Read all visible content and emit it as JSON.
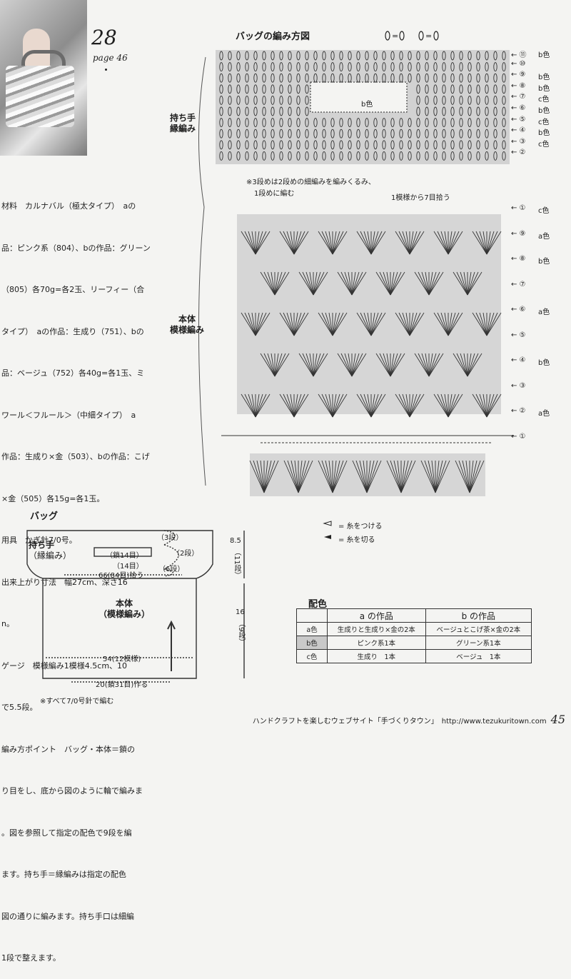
{
  "header": {
    "pattern_number": "28",
    "page_ref": "page 46"
  },
  "instructions": {
    "materials_heading": "材料",
    "materials_lines": [
      "材料　カルナバル（極太タイプ）　aの",
      "品：ピンク系（804）、bの作品：グリーン",
      "（805）各70g=各2玉、リーフィー（合",
      "タイプ）　aの作品：生成り（751）、bの",
      "品：ベージュ（752）各40g=各1玉、ミ",
      "ワール＜フルール＞（中細タイプ）　a",
      "作品：生成り×金（503）、bの作品：こげ",
      "×金（505）各15g=各1玉。"
    ],
    "tools": "用具　かぎ針7/0号。",
    "size_lines": [
      "出来上がり寸法　幅27cm、深さ16",
      "n。"
    ],
    "gauge_lines": [
      "ゲージ　模様編み1模様4.5cm、10",
      "で5.5段。"
    ],
    "points_lines": [
      "編み方ポイント　バッグ・本体＝鎖の",
      "り目をし、底から図のように輪で編みま",
      "。図を参照して指定の配色で9段を編",
      "ます。持ち手＝縁編みは指定の配色",
      "図の通りに編みます。持ち手口は細編",
      "1段で整えます。"
    ]
  },
  "diagram": {
    "title": "バッグの編み方図",
    "handle_label": [
      "持ち手",
      "縁編み"
    ],
    "body_label": [
      "本体",
      "模様編み"
    ],
    "handle_rows": [
      {
        "row": "⑪",
        "color": "b色"
      },
      {
        "row": "⑩",
        "color": ""
      },
      {
        "row": "⑨",
        "color": "b色"
      },
      {
        "row": "⑧",
        "color": "b色"
      },
      {
        "row": "⑦",
        "color": "c色"
      },
      {
        "row": "⑥",
        "color": "b色"
      },
      {
        "row": "⑤",
        "color": "c色"
      },
      {
        "row": "④",
        "color": "b色"
      },
      {
        "row": "③",
        "color": "c色"
      },
      {
        "row": "②",
        "color": ""
      }
    ],
    "b_color_inner": "b色",
    "note_lines": [
      "※3段めは2段めの細編みを編みくるみ、",
      "1段めに編む"
    ],
    "pickup_note": "1模様から7目拾う",
    "body_rows": [
      {
        "row": "①",
        "color": "c色"
      },
      {
        "row": "⑨",
        "color": "a色"
      },
      {
        "row": "⑧",
        "color": "b色"
      },
      {
        "row": "⑦",
        "color": ""
      },
      {
        "row": "⑥",
        "color": "a色"
      },
      {
        "row": "⑤",
        "color": ""
      },
      {
        "row": "④",
        "color": "b色"
      },
      {
        "row": "③",
        "color": ""
      },
      {
        "row": "②",
        "color": "a色"
      },
      {
        "row": "①",
        "color": ""
      }
    ],
    "legend": [
      "= 糸をつける",
      "= 糸を切る"
    ]
  },
  "bag_diagram": {
    "title": "バッグ",
    "handle_label": [
      "持ち手",
      "（縁編み）"
    ],
    "opening": "（鎖14目）",
    "opening_width": "（14目）",
    "handle_rows": [
      "（3段）",
      "（2段）",
      "（6段）"
    ],
    "pickup": "66(84目)拾う",
    "body_label": [
      "本体",
      "（模様編み）"
    ],
    "body_width": "54(12模様)",
    "base": "20(鎖31目)作る",
    "height_top": "8.5",
    "height_top_rows": "（11段）",
    "height_body": "16",
    "height_body_rows": "（9段）",
    "note": "※すべて7/0号針で編む"
  },
  "color_table": {
    "title": "配色",
    "headers": [
      "",
      "a の作品",
      "b の作品"
    ],
    "rows": [
      [
        "a色",
        "生成りと生成り×金の2本",
        "ベージュとこげ茶×金の2本"
      ],
      [
        "b色",
        "ピンク系1本",
        "グリーン系1本"
      ],
      [
        "c色",
        "生成り　1本",
        "ベージュ　1本"
      ]
    ]
  },
  "footer": {
    "text": "ハンドクラフトを楽しむウェブサイト「手づくりタウン」　http://www.tezukuritown.com",
    "page": "45"
  }
}
